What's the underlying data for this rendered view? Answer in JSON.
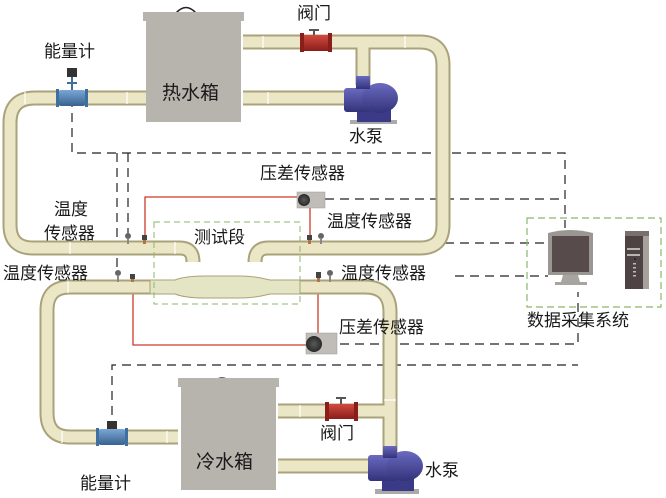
{
  "title": "冷热水循环测试系统示意图",
  "components": {
    "hot_tank": {
      "label": "热水箱"
    },
    "cold_tank": {
      "label": "冷水箱"
    },
    "hot_valve": {
      "label": "阀门"
    },
    "cold_valve": {
      "label": "阀门"
    },
    "hot_pump": {
      "label": "水泵"
    },
    "cold_pump": {
      "label": "水泵"
    },
    "hot_energy_meter": {
      "label": "能量计"
    },
    "cold_energy_meter": {
      "label": "能量计"
    },
    "test_section": {
      "label": "测试段"
    },
    "dp_sensor_top": {
      "label": "压差传感器"
    },
    "dp_sensor_bottom": {
      "label": "压差传感器"
    },
    "temp_sensor_top_left": {
      "label_line1": "温度",
      "label_line2": "传感器"
    },
    "temp_sensor_top_right": {
      "label": "温度传感器"
    },
    "temp_sensor_bottom_left": {
      "label": "温度传感器"
    },
    "temp_sensor_bottom_right": {
      "label": "温度传感器"
    },
    "daq": {
      "label": "数据采集系统"
    }
  },
  "colors": {
    "pipe": "#e8e3bf",
    "pipe_edge": "#a9a27a",
    "tank": "#b7b3ad",
    "valve": "#b3302b",
    "pump": "#4a4a9c",
    "meter": "#4f7fb5",
    "signal_line": "#cc3a2a",
    "dashed_box": "#8ab86a",
    "data_line": "#222222"
  }
}
